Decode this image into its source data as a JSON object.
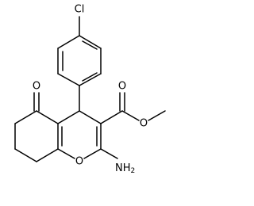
{
  "molecule": {
    "atom_labels": {
      "chlorine": "Cl",
      "ketone_oxygen": "O",
      "ring_oxygen": "O",
      "ester_carbonyl_oxygen": "O",
      "ester_ether_oxygen": "O",
      "amino_nh2": {
        "main": "NH",
        "subscript": "2"
      }
    },
    "colors": {
      "bond": "#000000",
      "text": "#000000",
      "background": "#ffffff"
    }
  }
}
